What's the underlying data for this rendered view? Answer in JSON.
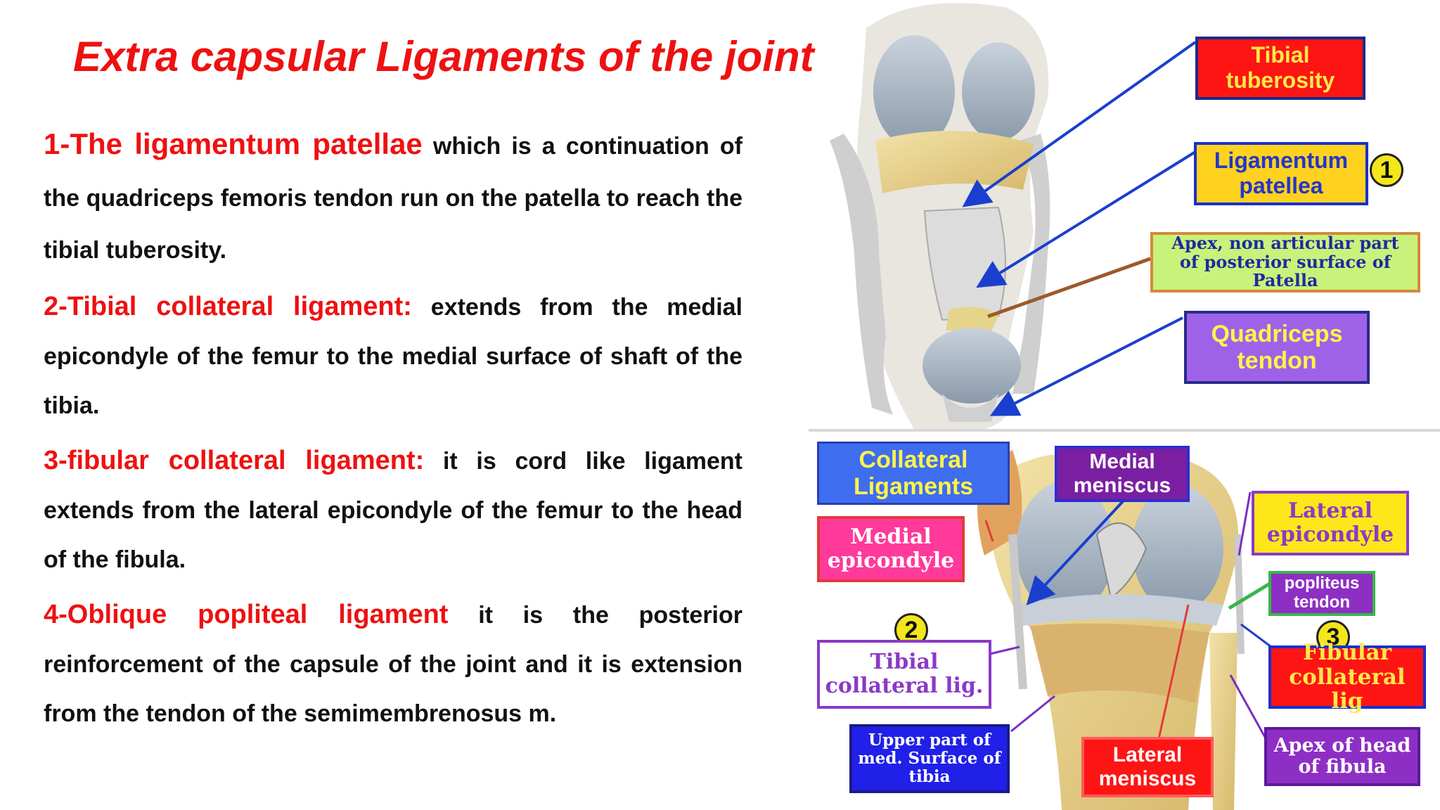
{
  "title": "Extra capsular Ligaments of the joint",
  "paragraphs": [
    {
      "lead": "1-The ligamentum patellae",
      "body": " which is a continuation of the quadriceps femoris tendon run on the patella to reach the tibial tuberosity."
    },
    {
      "lead": "2-Tibial collateral ligament:",
      "body": " extends from the medial epicondyle of the femur to the medial surface of shaft of the tibia."
    },
    {
      "lead": "3-fibular collateral ligament:",
      "body": " it is cord like ligament extends from the lateral epicondyle of the femur to the head of the fibula."
    },
    {
      "lead": "4-Oblique popliteal ligament",
      "body": " it is the posterior reinforcement of the capsule of the joint and it is extension from the tendon of the semimembrenosus m."
    }
  ],
  "top_diagram": {
    "labels": {
      "tibial_tuberosity": "Tibial tuberosity",
      "ligamentum_patellea": "Ligamentum patellea",
      "apex_patella": "Apex, non articular part of posterior surface of Patella",
      "quadriceps_tendon": "Quadriceps tendon"
    },
    "markers": {
      "one": "1"
    }
  },
  "bottom_diagram": {
    "labels": {
      "collateral_ligaments": "Collateral Ligaments",
      "medial_meniscus": "Medial meniscus",
      "lateral_epicondyle": "Lateral epicondyle",
      "medial_epicondyle": "Medial epicondyle",
      "popliteus_tendon": "popliteus tendon",
      "tibial_collateral": "Tibial collateral lig.",
      "fibular_collateral": "Fibular collateral lig",
      "upper_part_tibia": "Upper part of med. Surface of tibia",
      "lateral_meniscus": "Lateral meniscus",
      "apex_fibula": "Apex of head of fibula"
    },
    "markers": {
      "two": "2",
      "three": "3"
    }
  },
  "colors": {
    "accent_red": "#ee1111",
    "arrow_blue": "#1a3fcf",
    "arrow_purple": "#7a2fc0",
    "arrow_brown": "#9b5a2a"
  }
}
